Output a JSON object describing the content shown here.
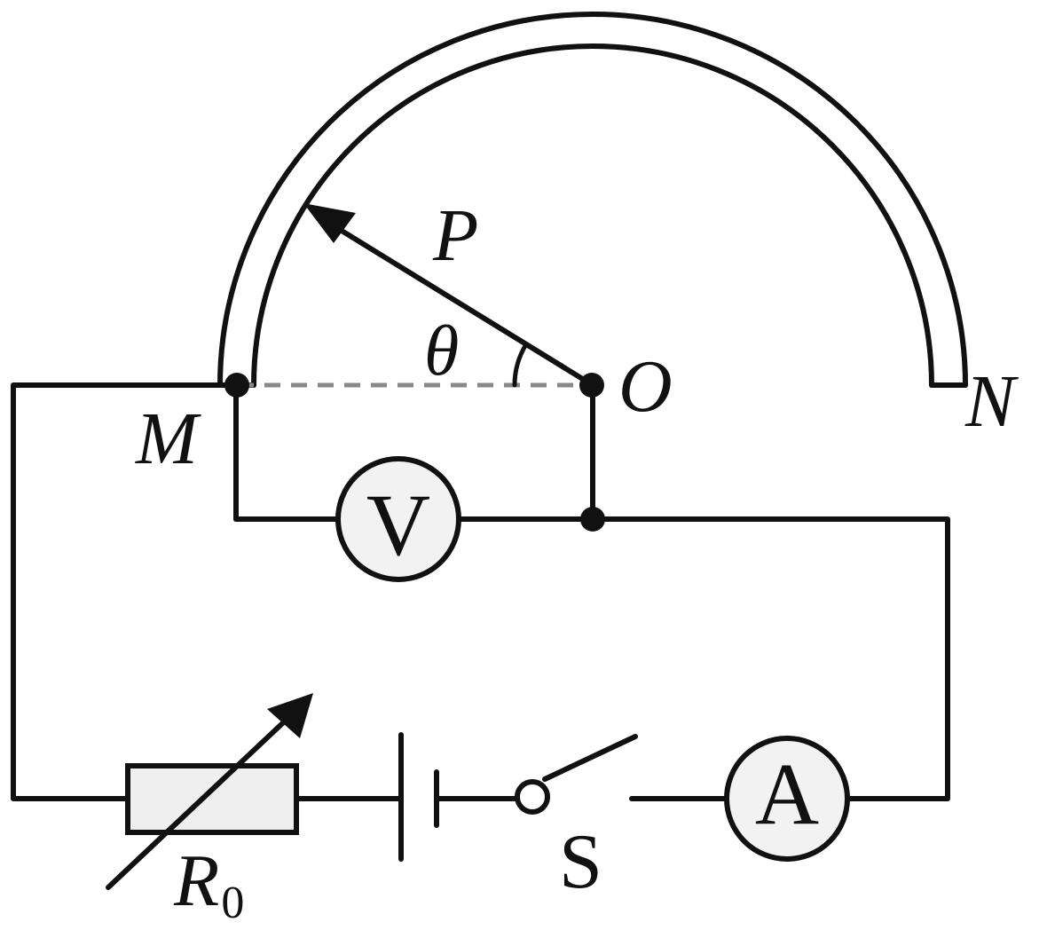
{
  "labels": {
    "point_m": "M",
    "point_o": "O",
    "point_n": "N",
    "pointer_p": "P",
    "angle_theta": "θ",
    "voltmeter": "V",
    "ammeter": "A",
    "switch_s": "S",
    "resistor_r": "R",
    "resistor_sub": "0"
  },
  "colors": {
    "line": "#111111",
    "dashed_line": "#888888",
    "meter_fill": "#f2f2f2",
    "resistor_fill": "#efefef"
  }
}
